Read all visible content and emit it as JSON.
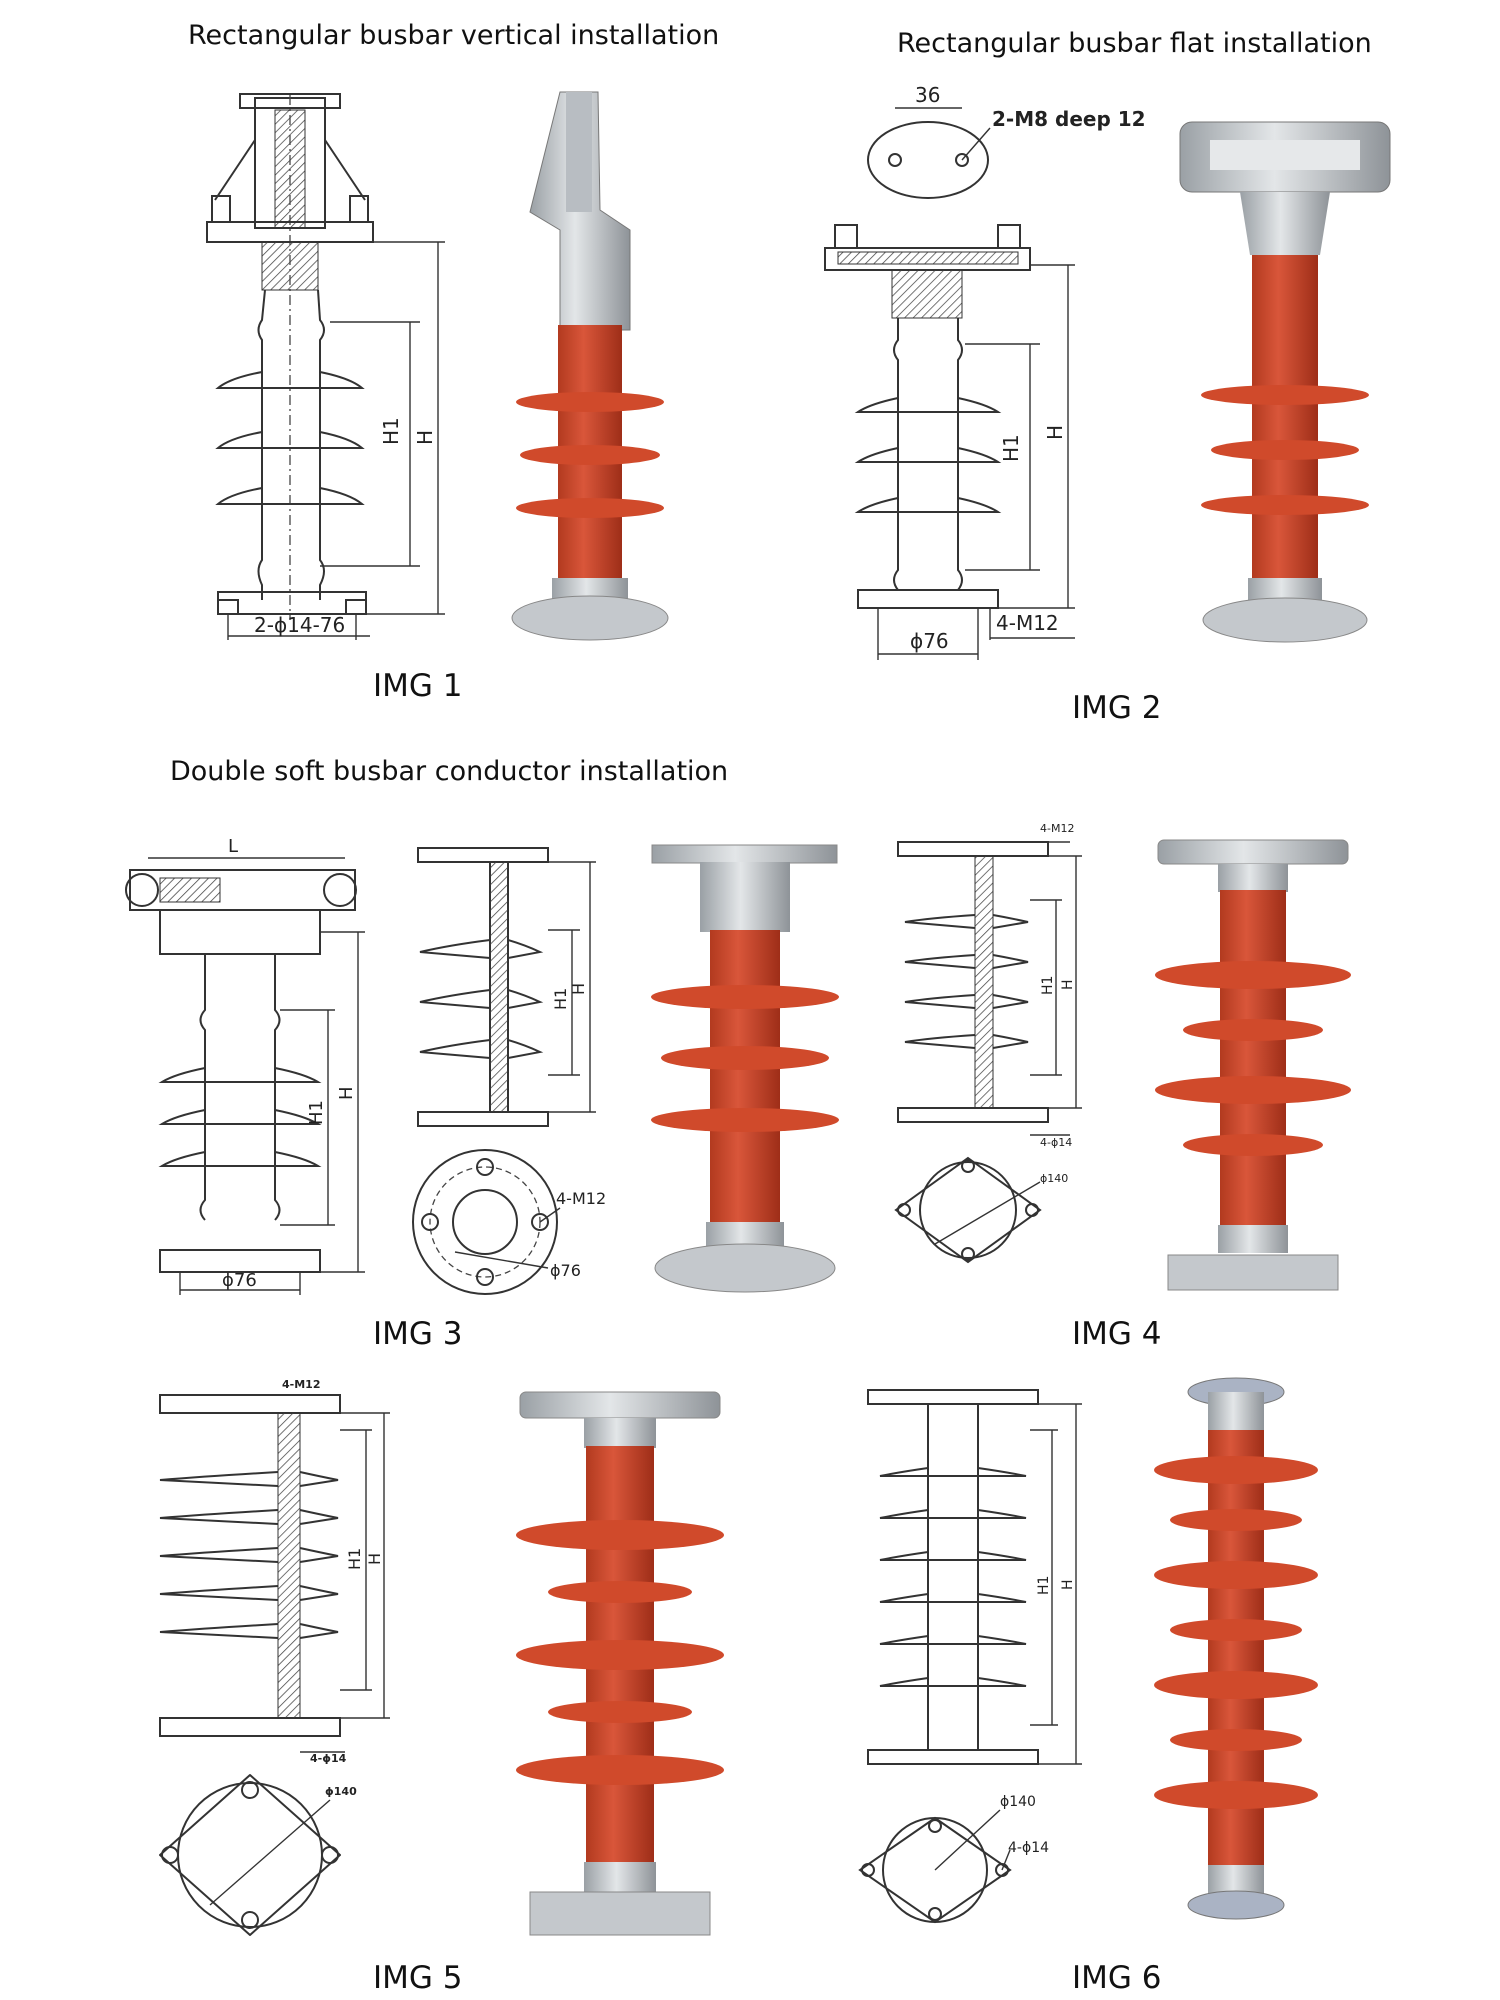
{
  "headings": {
    "vertical": "Rectangular busbar vertical installation",
    "flat": "Rectangular busbar flat installation",
    "double": "Double soft busbar conductor installation"
  },
  "image_labels": [
    "IMG 1",
    "IMG 2",
    "IMG 3",
    "IMG 4",
    "IMG 5",
    "IMG 6"
  ],
  "dimension_labels": {
    "img1": {
      "h1": "H1",
      "h": "H",
      "hole": "2-ϕ14-76"
    },
    "img2": {
      "top_width": "36",
      "thread": "2-M8 deep 12",
      "h1": "H1",
      "h": "H",
      "dia": "ϕ76",
      "bolts": "4-M12"
    },
    "img3": {
      "l": "L",
      "h1": "H1",
      "h": "H",
      "dia": "ϕ76",
      "bolts": "4-M12",
      "plan_dia": "ϕ76",
      "h1b": "H1",
      "hb": "H"
    },
    "img4": {
      "top": "4-M12",
      "h1": "H1",
      "h": "H",
      "bottom": "4-ϕ14",
      "dia": "ϕ140"
    },
    "img5": {
      "top": "4-M12",
      "h1": "H1",
      "h": "H",
      "bottom": "4-ϕ14",
      "dia": "ϕ140"
    },
    "img6": {
      "h1": "H1",
      "h": "H",
      "dia": "ϕ140",
      "holes": "4-ϕ14"
    }
  },
  "colors": {
    "insulator_red": "#cf4a2c",
    "insulator_dark": "#9e2e18",
    "metal": "#c9cdd1",
    "metal_dark": "#8e9398",
    "line": "#333333"
  }
}
